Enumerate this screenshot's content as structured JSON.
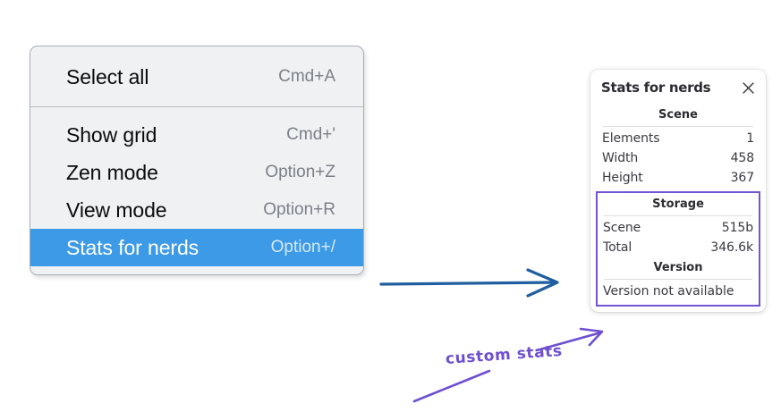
{
  "context_menu": {
    "sections": [
      {
        "items": [
          {
            "label": "Select all",
            "shortcut": "Cmd+A",
            "highlighted": false
          }
        ]
      },
      {
        "items": [
          {
            "label": "Show grid",
            "shortcut": "Cmd+'",
            "highlighted": false
          },
          {
            "label": "Zen mode",
            "shortcut": "Option+Z",
            "highlighted": false
          },
          {
            "label": "View mode",
            "shortcut": "Option+R",
            "highlighted": false
          },
          {
            "label": "Stats for nerds",
            "shortcut": "Option+/",
            "highlighted": true
          }
        ]
      }
    ],
    "highlight_color": "#3d9ae6",
    "background_color": "#f0f1f3"
  },
  "stats_panel": {
    "title": "Stats for nerds",
    "close_icon": "close-icon",
    "scene": {
      "heading": "Scene",
      "rows": [
        {
          "key": "Elements",
          "value": "1"
        },
        {
          "key": "Width",
          "value": "458"
        },
        {
          "key": "Height",
          "value": "367"
        }
      ]
    },
    "storage": {
      "heading": "Storage",
      "rows": [
        {
          "key": "Scene",
          "value": "515b"
        },
        {
          "key": "Total",
          "value": "346.6k"
        }
      ]
    },
    "version": {
      "heading": "Version",
      "text": "Version not available"
    },
    "highlight_border_color": "#7453d4"
  },
  "annotations": {
    "custom_stats_label": "custom stats",
    "blue_arrow_color": "#1f5fa0",
    "purple_color": "#6f4fd0"
  }
}
